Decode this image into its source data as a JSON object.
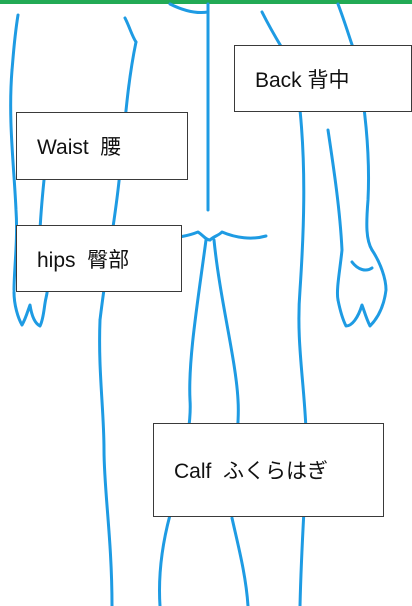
{
  "colors": {
    "accent_bar": "#22aa55",
    "outline": "#1e9be3",
    "box_border": "#3a3a3a",
    "text": "#111111"
  },
  "labels": {
    "back": "Back 背中",
    "waist": "Waist  腰",
    "hips": "hips  臀部",
    "calf": "Calf  ふくらはぎ"
  }
}
